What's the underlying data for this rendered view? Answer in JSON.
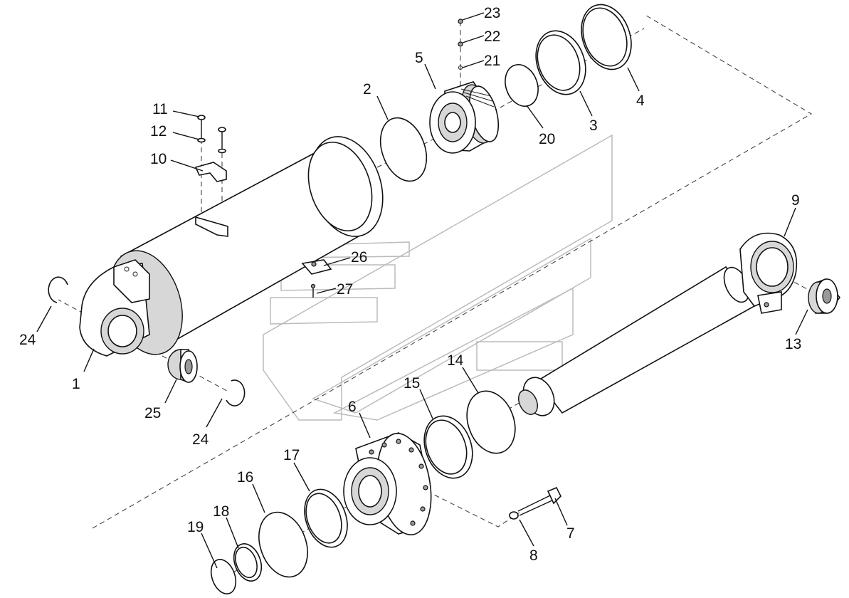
{
  "diagram": {
    "callouts": [
      {
        "id": "1",
        "label": "1"
      },
      {
        "id": "2",
        "label": "2"
      },
      {
        "id": "3",
        "label": "3"
      },
      {
        "id": "4",
        "label": "4"
      },
      {
        "id": "5",
        "label": "5"
      },
      {
        "id": "6",
        "label": "6"
      },
      {
        "id": "7",
        "label": "7"
      },
      {
        "id": "8",
        "label": "8"
      },
      {
        "id": "9",
        "label": "9"
      },
      {
        "id": "10",
        "label": "10"
      },
      {
        "id": "11",
        "label": "11"
      },
      {
        "id": "12",
        "label": "12"
      },
      {
        "id": "13",
        "label": "13"
      },
      {
        "id": "14",
        "label": "14"
      },
      {
        "id": "15",
        "label": "15"
      },
      {
        "id": "16",
        "label": "16"
      },
      {
        "id": "17",
        "label": "17"
      },
      {
        "id": "18",
        "label": "18"
      },
      {
        "id": "19",
        "label": "19"
      },
      {
        "id": "20",
        "label": "20"
      },
      {
        "id": "21",
        "label": "21"
      },
      {
        "id": "22",
        "label": "22"
      },
      {
        "id": "23",
        "label": "23"
      },
      {
        "id": "24a",
        "label": "24"
      },
      {
        "id": "24b",
        "label": "24"
      },
      {
        "id": "25",
        "label": "25"
      },
      {
        "id": "26",
        "label": "26"
      },
      {
        "id": "27",
        "label": "27"
      }
    ]
  }
}
